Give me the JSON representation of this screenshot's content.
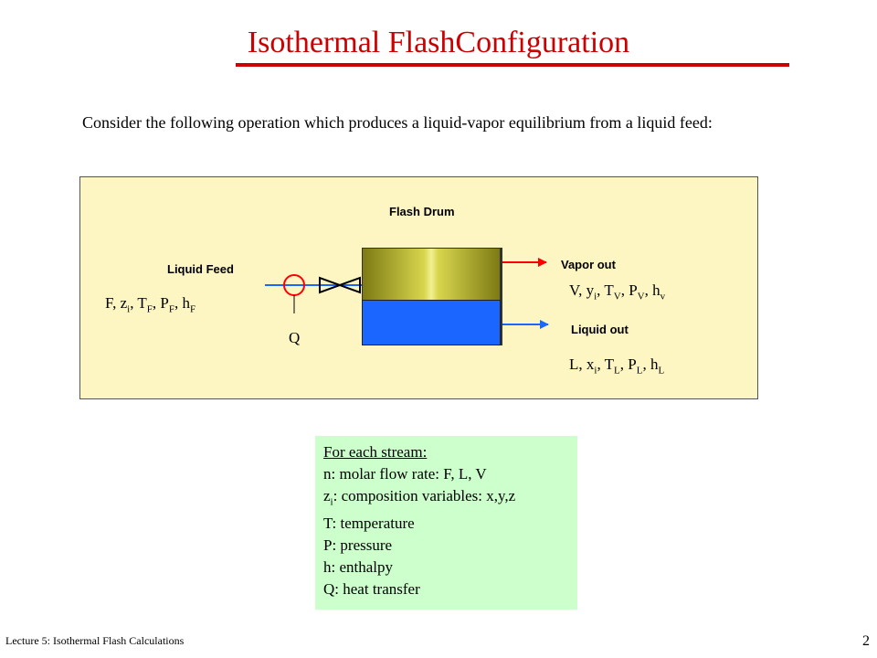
{
  "title": "Isothermal  FlashConfiguration",
  "intro": "Consider the following operation which produces a liquid-vapor equilibrium from a liquid feed:",
  "diagram": {
    "flash_drum_label": "Flash Drum",
    "liquid_feed_label": "Liquid Feed",
    "vapor_out_label": "Vapor out",
    "liquid_out_label": "Liquid out",
    "heat_label": "Q",
    "feed_stream": {
      "F": "F",
      "z": "z",
      "zi": "i",
      "T": "T",
      "TF": "F",
      "P": "P",
      "PF": "F",
      "h": "h",
      "hF": "F"
    },
    "vapor_stream": {
      "V": "V",
      "y": "y",
      "yi": "i",
      "T": "T",
      "TV": "V",
      "P": "P",
      "PV": "V",
      "h": "h",
      "hv": "v"
    },
    "liquid_stream": {
      "L": "L",
      "x": "x",
      "xi": "i",
      "T": "T",
      "TL": "L",
      "P": "P",
      "PL": "L",
      "h": "h",
      "hL": "L"
    },
    "colors": {
      "vapor_line": "#ff0000",
      "liquid_line": "#1a66ff",
      "feed_line": "#1a66ff",
      "heater": "#ff0000"
    }
  },
  "legend": {
    "heading": "For each stream:",
    "line1": "n: molar flow rate: F, L, V",
    "line2_z": "z",
    "line2_sub": "i",
    "line2_rest": ": composition variables: x,y,z",
    "line3": "T: temperature",
    "line4": "P: pressure",
    "line5": "h: enthalpy",
    "line6": "Q: heat transfer"
  },
  "footer": "Lecture 5: Isothermal Flash Calculations",
  "page_number": "2"
}
